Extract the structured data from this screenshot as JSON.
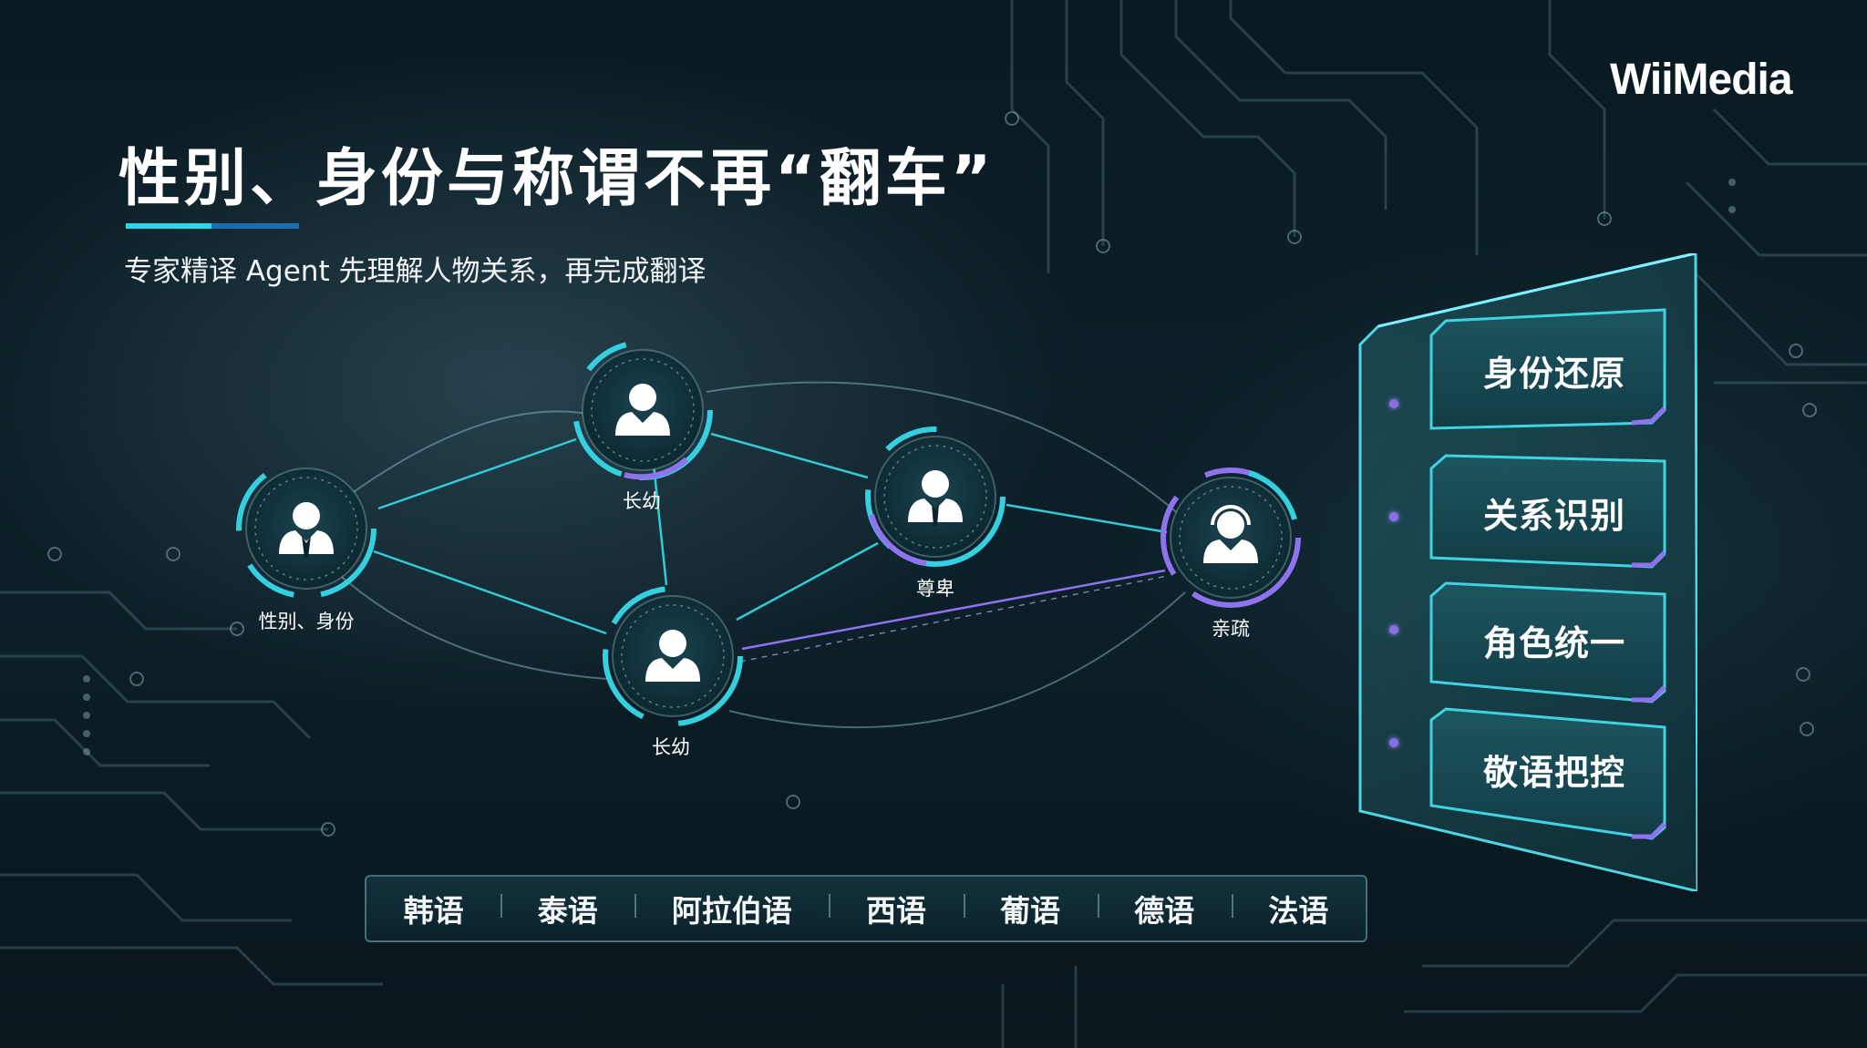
{
  "brand": {
    "logo": "WiiMedia"
  },
  "header": {
    "title": "性别、身份与称谓不再“翻车”",
    "subtitle": "专家精译 Agent 先理解人物关系，再完成翻译"
  },
  "diagram": {
    "nodes": [
      {
        "label": "性别、身份"
      },
      {
        "label": "长幼"
      },
      {
        "label": "尊卑"
      },
      {
        "label": "长幼"
      },
      {
        "label": "亲疏"
      }
    ]
  },
  "features": [
    {
      "label": "身份还原"
    },
    {
      "label": "关系识别"
    },
    {
      "label": "角色统一"
    },
    {
      "label": "敬语把控"
    }
  ],
  "languages": [
    "韩语",
    "泰语",
    "阿拉伯语",
    "西语",
    "葡语",
    "德语",
    "法语"
  ],
  "colors": {
    "accent_cyan": "#29d8e8",
    "accent_purple": "#8a6ee8",
    "background": "#0b1a22"
  }
}
